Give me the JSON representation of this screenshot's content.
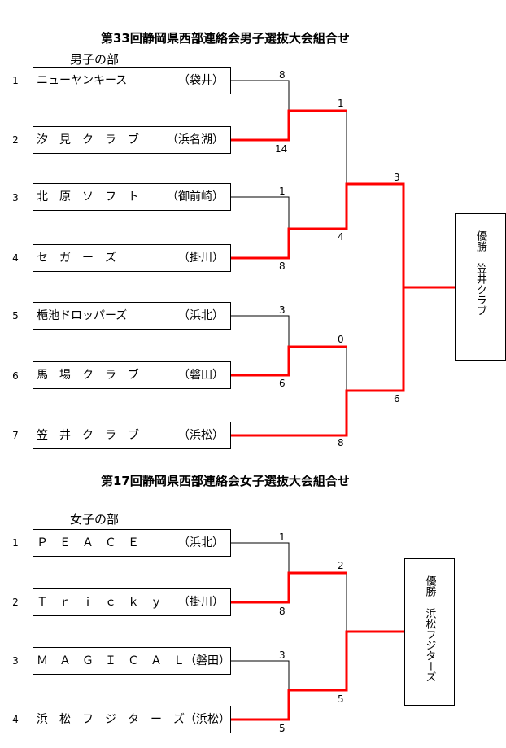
{
  "boys": {
    "title": "第33回静岡県西部連絡会男子選抜大会組合せ",
    "section": "男子の部",
    "teams": [
      {
        "seed": "1",
        "name": "ニューヤンキース",
        "area": "（袋井）"
      },
      {
        "seed": "2",
        "name": "汐　見　ク　ラ　ブ",
        "area": "（浜名湖）"
      },
      {
        "seed": "3",
        "name": "北　原　ソ　フ　ト",
        "area": "（御前崎）"
      },
      {
        "seed": "4",
        "name": "セ　ガ　ー　ズ",
        "area": "（掛川）"
      },
      {
        "seed": "5",
        "name": "梔池ドロッパーズ",
        "area": "（浜北）"
      },
      {
        "seed": "6",
        "name": "馬　場　ク　ラ　ブ",
        "area": "（磐田）"
      },
      {
        "seed": "7",
        "name": "笠　井　ク　ラ　ブ",
        "area": "（浜松）"
      }
    ],
    "scores": [
      "8",
      "14",
      "1",
      "8",
      "3",
      "6",
      "1",
      "4",
      "0",
      "8",
      "3",
      "6"
    ],
    "champion_label": "優勝",
    "champion_team": "笠井クラブ"
  },
  "girls": {
    "title": "第17回静岡県西部連絡会女子選抜大会組合せ",
    "section": "女子の部",
    "teams": [
      {
        "seed": "1",
        "name": "Ｐ　Ｅ　Ａ　Ｃ　Ｅ",
        "area": "（浜北）"
      },
      {
        "seed": "2",
        "name": "Ｔ　ｒ　ｉ　ｃ　ｋ　ｙ",
        "area": "（掛川）"
      },
      {
        "seed": "3",
        "name": "Ｍ　Ａ　Ｇ　Ｉ　Ｃ　Ａ　Ｌ",
        "area": "（磐田）"
      },
      {
        "seed": "4",
        "name": "浜　松　フ　ジ　タ　ー　ズ",
        "area": "（浜松）"
      }
    ],
    "scores": [
      "1",
      "8",
      "3",
      "5",
      "2",
      "5"
    ],
    "champion_label": "優勝",
    "champion_team": "浜松フジターズ"
  },
  "colors": {
    "winner_line": "#ff0000",
    "line": "#000000"
  }
}
